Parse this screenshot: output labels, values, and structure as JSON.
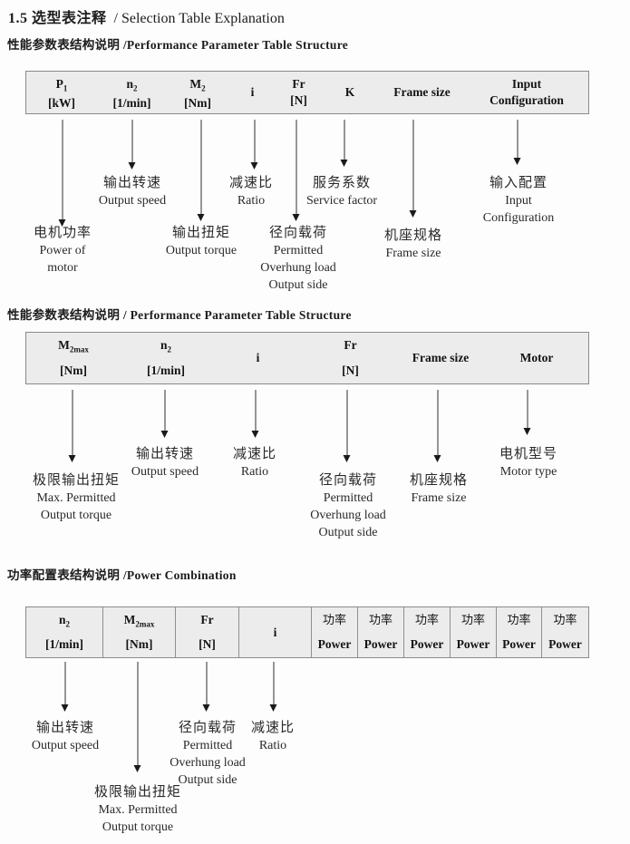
{
  "title": {
    "cn": "1.5 选型表注释",
    "en": "/ Selection Table Explanation"
  },
  "s1": {
    "heading": "性能参数表结构说明 /Performance Parameter Table Structure",
    "cols": [
      {
        "name": "P",
        "sub": "1",
        "unit": "[kW]"
      },
      {
        "name": "n",
        "sub": "2",
        "unit": "[1/min]"
      },
      {
        "name": "M",
        "sub": "2",
        "unit": "[Nm]"
      },
      {
        "name": "i"
      },
      {
        "name": "Fr",
        "unit": "[N]"
      },
      {
        "name": "K"
      },
      {
        "name": "Frame size"
      },
      {
        "name": "Input",
        "unit": "Configuration"
      }
    ],
    "callouts": [
      {
        "cn": "电机功率",
        "en": "Power of\nmotor"
      },
      {
        "cn": "输出转速",
        "en": "Output speed"
      },
      {
        "cn": "输出扭矩",
        "en": "Output torque"
      },
      {
        "cn": "减速比",
        "en": "Ratio"
      },
      {
        "cn": "径向载荷",
        "en": "Permitted\nOverhung load\nOutput side"
      },
      {
        "cn": "服务系数",
        "en": "Service factor"
      },
      {
        "cn": "机座规格",
        "en": "Frame size"
      },
      {
        "cn": "输入配置",
        "en": "Input\nConfiguration"
      }
    ]
  },
  "s2": {
    "heading": "性能参数表结构说明 / Performance Parameter Table Structure",
    "cols": [
      {
        "name": "M",
        "sub": "2max",
        "unit": "[Nm]"
      },
      {
        "name": "n",
        "sub": "2",
        "unit": "[1/min]"
      },
      {
        "name": "i"
      },
      {
        "name": "Fr",
        "unit": "[N]"
      },
      {
        "name": "Frame size"
      },
      {
        "name": "Motor"
      }
    ],
    "callouts": [
      {
        "cn": "极限输出扭矩",
        "en": "Max. Permitted\nOutput torque"
      },
      {
        "cn": "输出转速",
        "en": "Output speed"
      },
      {
        "cn": "减速比",
        "en": "Ratio"
      },
      {
        "cn": "径向载荷",
        "en": "Permitted\nOverhung load\nOutput side"
      },
      {
        "cn": "机座规格",
        "en": "Frame size"
      },
      {
        "cn": "电机型号",
        "en": "Motor type"
      }
    ]
  },
  "s3": {
    "heading": "功率配置表结构说明 /Power Combination",
    "cols": [
      {
        "name": "n",
        "sub": "2",
        "unit": "[1/min]"
      },
      {
        "name": "M",
        "sub": "2max",
        "unit": "[Nm]"
      },
      {
        "name": "Fr",
        "unit": "[N]"
      },
      {
        "name": "i"
      }
    ],
    "power_col": {
      "cn": "功率",
      "en": "Power"
    },
    "power_count": 6,
    "callouts": [
      {
        "cn": "输出转速",
        "en": "Output speed"
      },
      {
        "cn": "极限输出扭矩",
        "en": "Max. Permitted\nOutput torque"
      },
      {
        "cn": "径向载荷",
        "en": "Permitted\nOverhung load\nOutput side"
      },
      {
        "cn": "减速比",
        "en": "Ratio"
      }
    ]
  }
}
